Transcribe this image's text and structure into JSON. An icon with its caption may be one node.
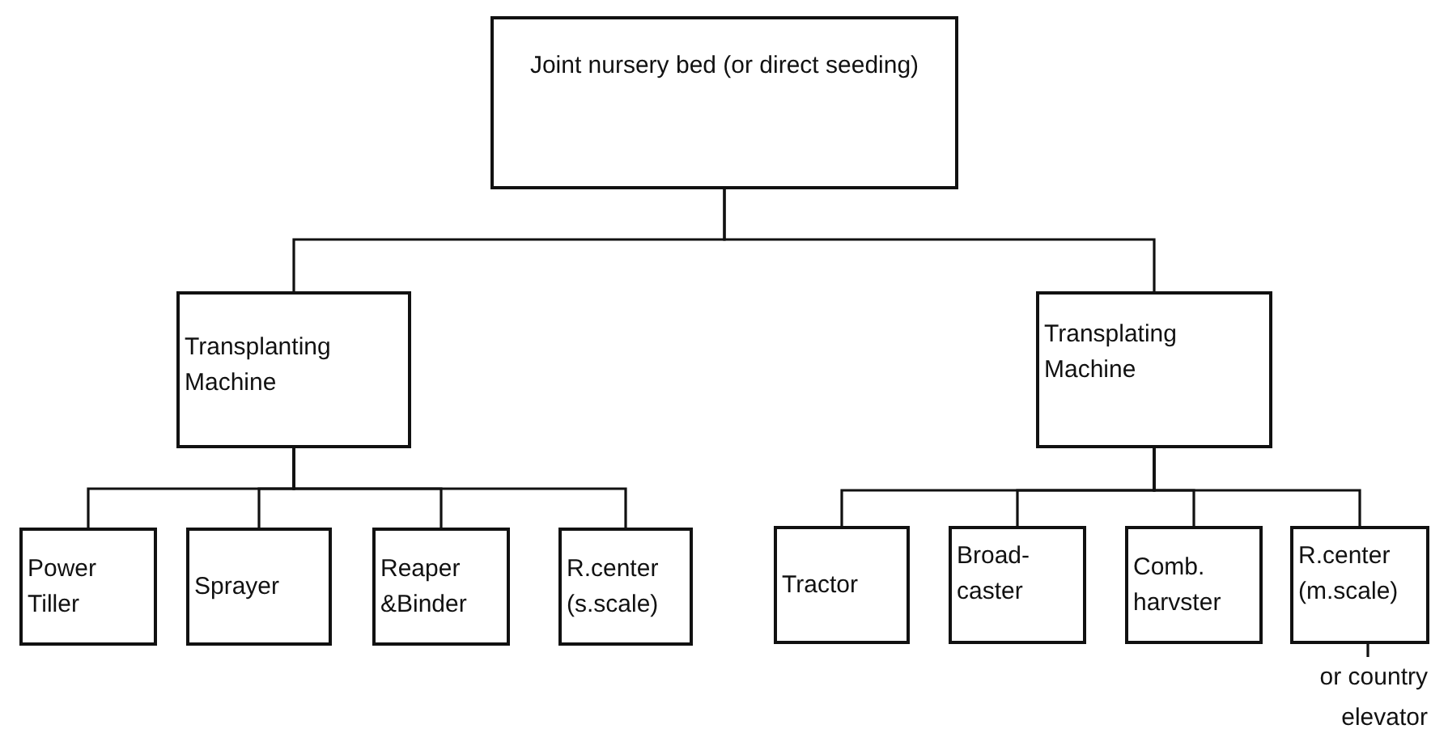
{
  "diagram": {
    "nodes": [
      {
        "text": [
          "Joint nursery bed (or direct seeding)"
        ]
      },
      {
        "text": [
          "Transplanting Machine"
        ]
      },
      {
        "text": [
          "Transplating Machine"
        ]
      },
      {
        "text": [
          "Power Tiller"
        ]
      },
      {
        "text": [
          "Sprayer"
        ]
      },
      {
        "text": [
          "Reaper &Binder"
        ]
      },
      {
        "text": [
          "R.center (s.scale)"
        ]
      },
      {
        "text": [
          "Tractor"
        ]
      },
      {
        "text": [
          "Broad- caster"
        ]
      },
      {
        "text": [
          "Comb. harvster"
        ]
      },
      {
        "text": [
          "R.center (m.scale)"
        ]
      },
      {
        "text": [
          "or country elevator"
        ]
      }
    ],
    "edges": [
      {
        "from": 0,
        "to": 1,
        "arrow": "none"
      },
      {
        "from": 0,
        "to": 2,
        "arrow": "none"
      },
      {
        "from": 1,
        "to": 3,
        "arrow": "none"
      },
      {
        "from": 1,
        "to": 4,
        "arrow": "none"
      },
      {
        "from": 1,
        "to": 5,
        "arrow": "none"
      },
      {
        "from": 1,
        "to": 6,
        "arrow": "none"
      },
      {
        "from": 2,
        "to": 7,
        "arrow": "none"
      },
      {
        "from": 2,
        "to": 8,
        "arrow": "none"
      },
      {
        "from": 2,
        "to": 9,
        "arrow": "none"
      },
      {
        "from": 2,
        "to": 10,
        "arrow": "none"
      },
      {
        "from": 10,
        "to": 11,
        "arrow": "none"
      }
    ]
  }
}
